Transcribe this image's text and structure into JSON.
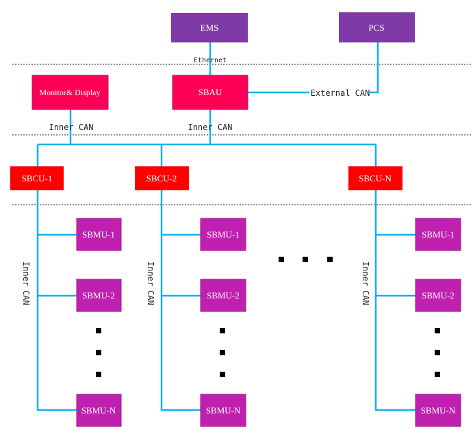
{
  "diagram": {
    "colors": {
      "purple": "#7f3aa8",
      "red": "#ff0000",
      "crimson": "#ff0055",
      "magenta": "#c020b0",
      "link": "#11b0f0",
      "border": "#a01a80"
    },
    "nodes": {
      "ems": "EMS",
      "pcs": "PCS",
      "monitor": "Monitor& Display",
      "sbau": "SBAU",
      "sbcu_1": "SBCU-1",
      "sbcu_2": "SBCU-2",
      "sbcu_n": "SBCU-N",
      "sbmu_1": "SBMU-1",
      "sbmu_2": "SBMU-2",
      "sbmu_n": "SBMU-N"
    },
    "labels": {
      "ethernet": "Ethernet",
      "external_can": "External CAN",
      "inner_can": "Inner CAN",
      "inner_vertical": "Inner",
      "can_vertical": "CAN"
    }
  }
}
